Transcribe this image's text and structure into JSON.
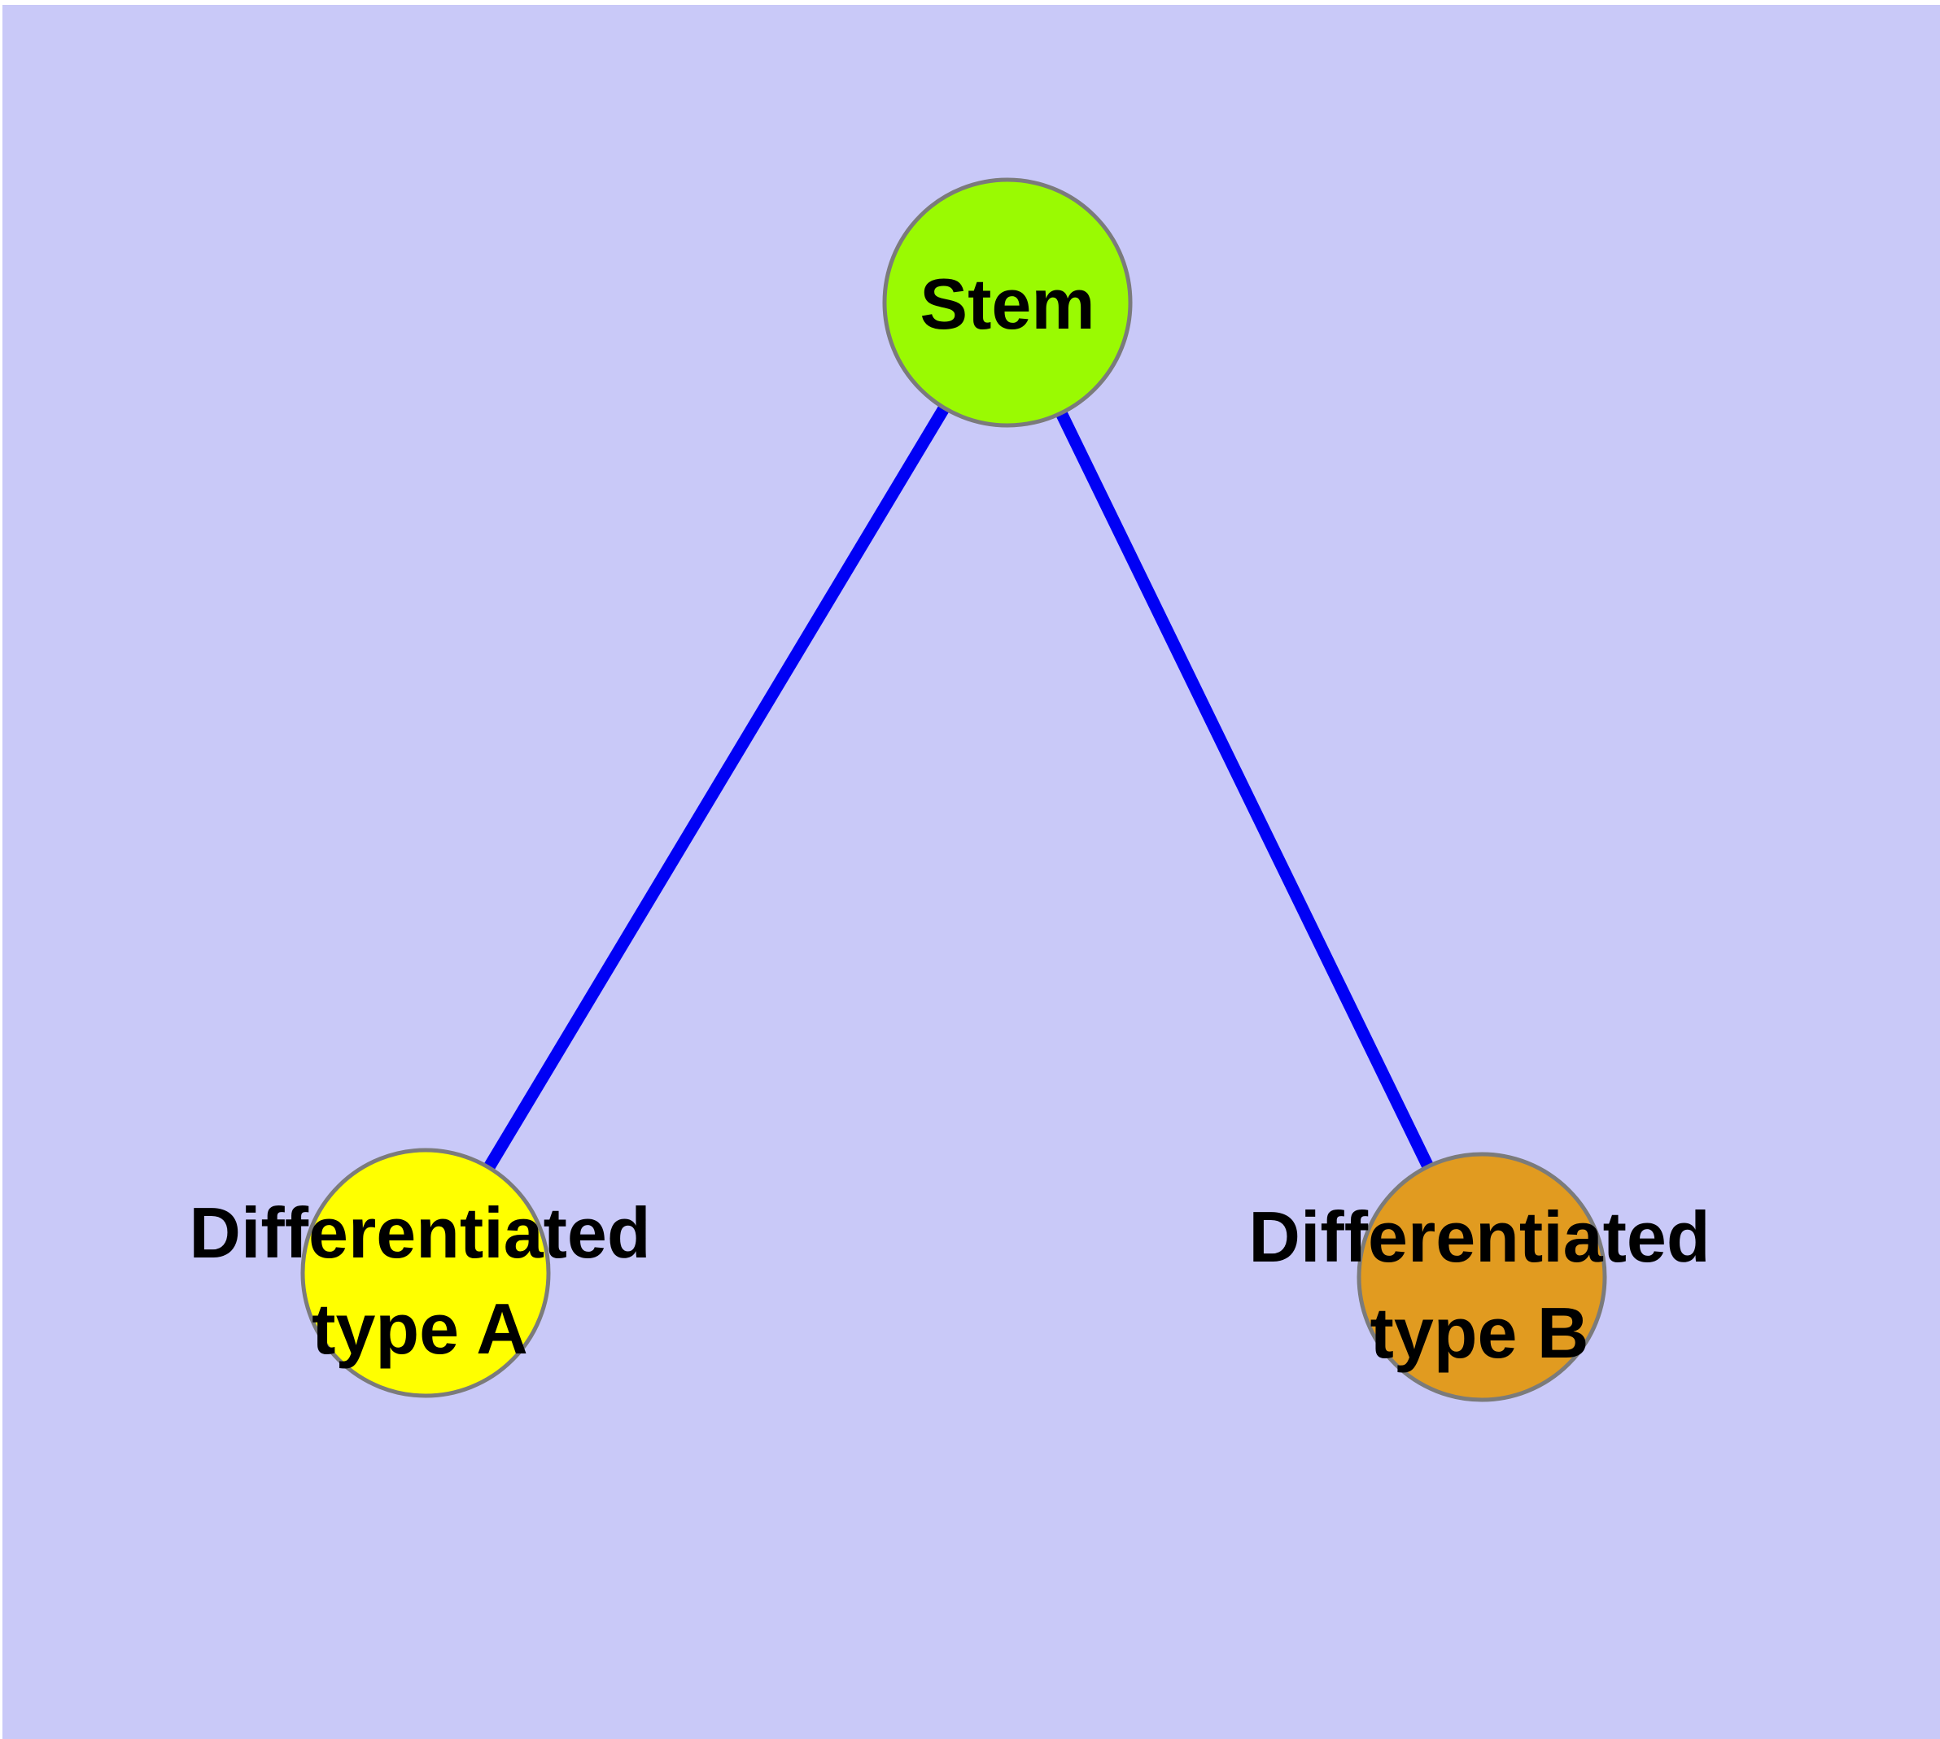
{
  "diagram": {
    "type": "node-link-graph",
    "title": "",
    "background_color": "#C9C9F8",
    "margin_color": "#FFFFFF",
    "edge_color": "#0000F5",
    "node_border_color": "#7B7B7B",
    "text_color": "#000000",
    "nodes": [
      {
        "id": "stem",
        "label": "Stem",
        "lines": [
          "Stem"
        ],
        "fill": "#9AFA02"
      },
      {
        "id": "differentiated-type-a",
        "label": "Differentiated type A",
        "lines": [
          "Differentiated",
          "type A"
        ],
        "fill": "#FFFF00"
      },
      {
        "id": "differentiated-type-b",
        "label": "Differentiated type B",
        "lines": [
          "Differentiated",
          "type B"
        ],
        "fill": "#E19B20"
      }
    ],
    "edges": [
      {
        "from": "Stem",
        "to": "Differentiated type A"
      },
      {
        "from": "Stem",
        "to": "Differentiated type B"
      }
    ]
  }
}
